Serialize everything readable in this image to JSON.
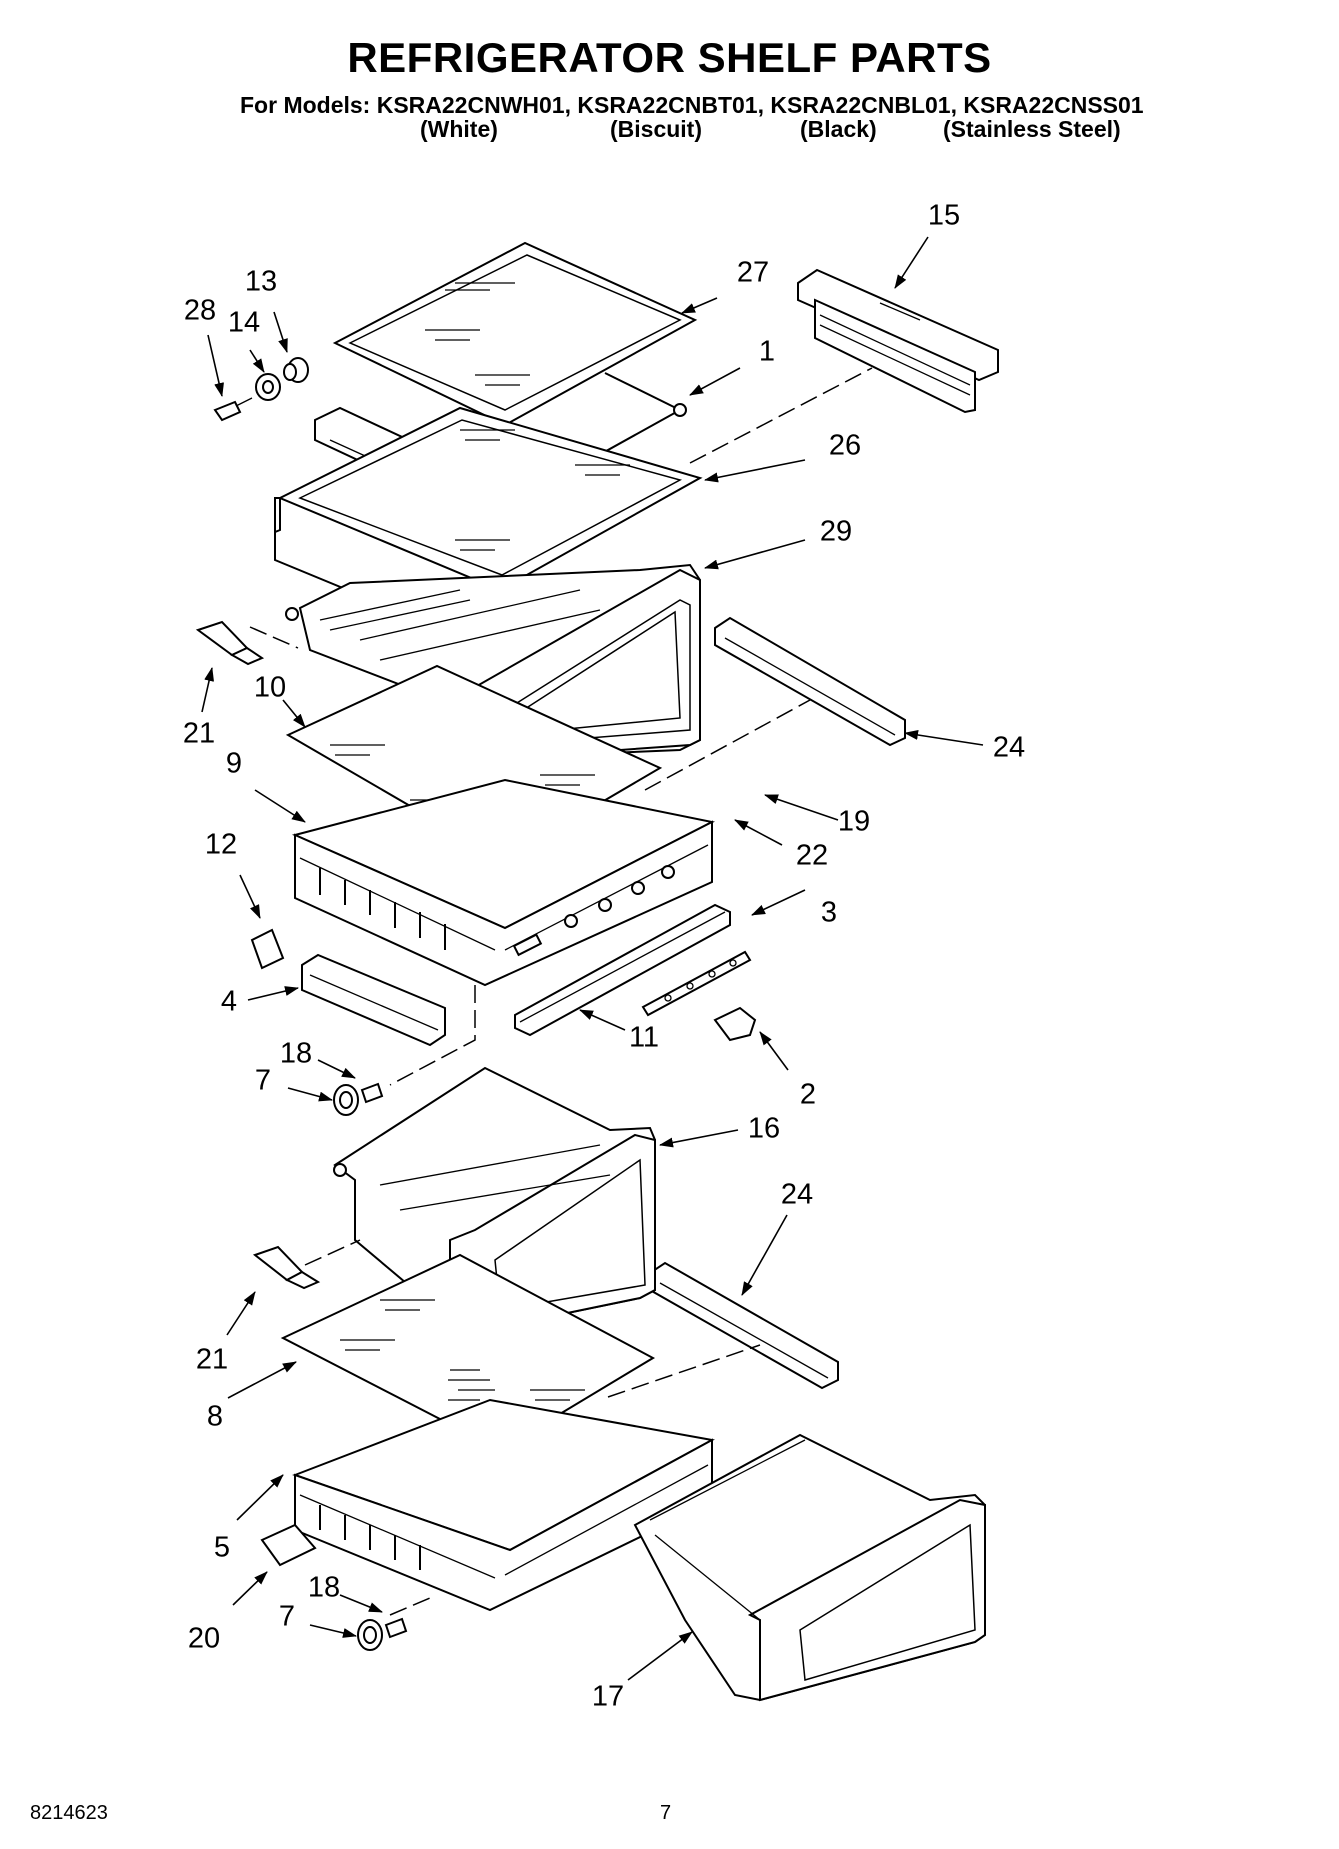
{
  "title": "REFRIGERATOR SHELF PARTS",
  "models_line": "For Models: KSRA22CNWH01, KSRA22CNBT01, KSRA22CNBL01, KSRA22CNSS01",
  "colors": [
    "(White)",
    "(Biscuit)",
    "(Black)",
    "(Stainless Steel)"
  ],
  "callouts": {
    "c15": "15",
    "c13": "13",
    "c27": "27",
    "c28": "28",
    "c14": "14",
    "c1": "1",
    "c26": "26",
    "c29": "29",
    "c21a": "21",
    "c10": "10",
    "c24a": "24",
    "c9": "9",
    "c19": "19",
    "c22": "22",
    "c12": "12",
    "c3": "3",
    "c4": "4",
    "c11": "11",
    "c18a": "18",
    "c7a": "7",
    "c2": "2",
    "c16": "16",
    "c24b": "24",
    "c21b": "21",
    "c8": "8",
    "c5": "5",
    "c18b": "18",
    "c7b": "7",
    "c20": "20",
    "c17": "17"
  },
  "footer": {
    "doc_number": "8214623",
    "page_number": "7"
  }
}
